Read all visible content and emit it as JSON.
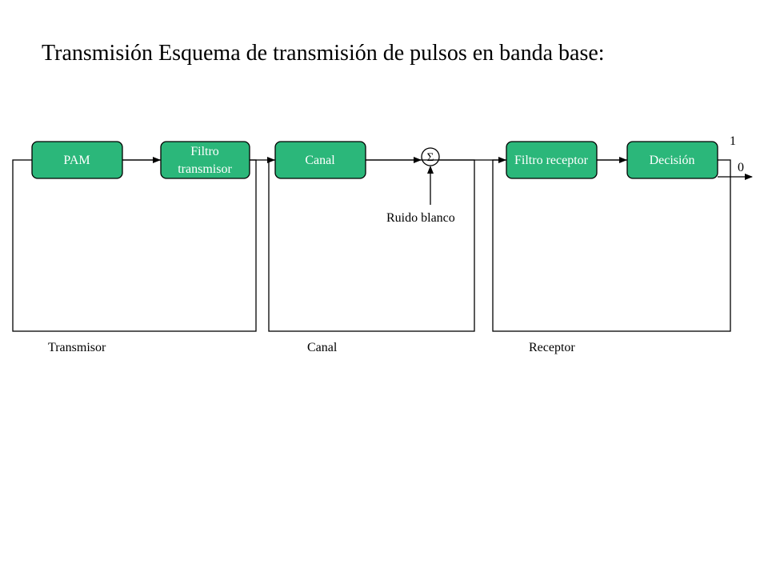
{
  "title": "Transmisión  Esquema de transmisión  de pulsos en banda base:",
  "colors": {
    "box_fill": "#2bb77a",
    "line": "#000000",
    "box_text": "#ffffff"
  },
  "blocks": {
    "pam": "PAM",
    "filtro_transmisor_line1": "Filtro",
    "filtro_transmisor_line2": "transmisor",
    "canal": "Canal",
    "sumador": "Σ",
    "filtro_receptor": "Filtro receptor",
    "decision": "Decisión"
  },
  "noise_label": "Ruido blanco",
  "outputs": {
    "one": "1",
    "zero": "0"
  },
  "sections": {
    "transmisor": "Transmisor",
    "canal": "Canal",
    "receptor": "Receptor"
  }
}
